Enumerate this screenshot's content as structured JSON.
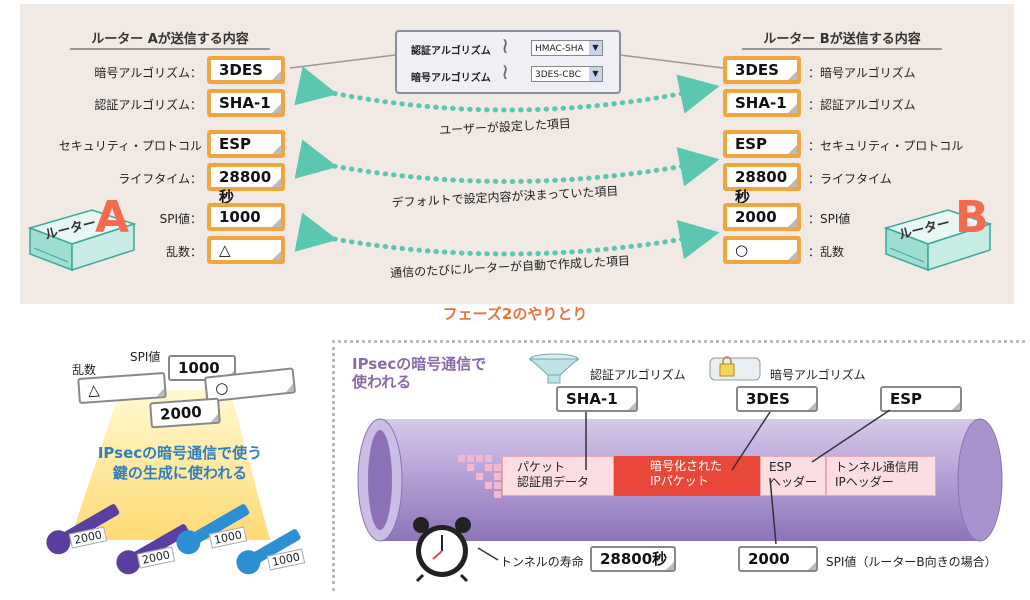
{
  "left_header": "ルーター Aが送信する内容",
  "right_header": "ルーター Bが送信する内容",
  "attrs": [
    {
      "name_left": "暗号アルゴリズム：",
      "name_right": "：暗号アルゴリズム",
      "a": "3DES",
      "b": "3DES"
    },
    {
      "name_left": "認証アルゴリズム：",
      "name_right": "：認証アルゴリズム",
      "a": "SHA-1",
      "b": "SHA-1"
    },
    {
      "name_left": "セキュリティ・プロトコル",
      "name_right": "：セキュリティ・プロトコル",
      "a": "ESP",
      "b": "ESP"
    },
    {
      "name_left": "ライフタイム：",
      "name_right": "：ライフタイム",
      "a": "28800秒",
      "b": "28800秒"
    },
    {
      "name_left": "SPI値：",
      "name_right": "：SPI値",
      "a": "1000",
      "b": "2000"
    },
    {
      "name_left": "乱数：",
      "name_right": "：乱数",
      "a": "△",
      "b": "○"
    }
  ],
  "dialog": {
    "auth_label": "認証アルゴリズム",
    "auth_value": "HMAC-SHA",
    "enc_label": "暗号アルゴリズム",
    "enc_value": "3DES-CBC"
  },
  "arrow_labels": [
    "ユーザーが設定した項目",
    "デフォルトで設定内容が決まっていた項目",
    "通信のたびにルーターが自動で作成した項目"
  ],
  "router_a": {
    "name": "ルーター",
    "letter": "A"
  },
  "router_b": {
    "name": "ルーター",
    "letter": "B"
  },
  "phase_title": "フェーズ2のやりとり",
  "keys_panel": {
    "random_label": "乱数",
    "spi_label": "SPI値",
    "spi_1000": "1000",
    "spi_2000": "2000",
    "rand_a": "△",
    "rand_b": "○",
    "caption_line1": "IPsecの暗号通信で使う",
    "caption_line2": "鍵の生成に使われる",
    "key_tags": [
      "2000",
      "2000",
      "1000",
      "1000"
    ]
  },
  "ipsec_panel": {
    "title_line1": "IPsecの暗号通信で",
    "title_line2": "使われる",
    "auth_label": "認証アルゴリズム",
    "auth_value": "SHA-1",
    "enc_label": "暗号アルゴリズム",
    "enc_value": "3DES",
    "proto_value": "ESP",
    "seg_auth": [
      "パケット",
      "認証用データ"
    ],
    "seg_enc": [
      "暗号化された",
      "IPパケット"
    ],
    "seg_esp": [
      "ESP",
      "ヘッダー"
    ],
    "seg_tunnel": [
      "トンネル通信用",
      "IPヘッダー"
    ],
    "lifetime_label": "トンネルの寿命",
    "lifetime_value": "28800秒",
    "spi_value": "2000",
    "spi_label": "SPI値（ルーターB向きの場合）"
  },
  "colors": {
    "orange": "#f0a640",
    "panel": "#f1e9e3",
    "teal_arrow": "#5cc7b0",
    "purple_tube": "#b9a6d6",
    "red_segment": "#e9473a",
    "pink_segment": "#fbdde3"
  }
}
